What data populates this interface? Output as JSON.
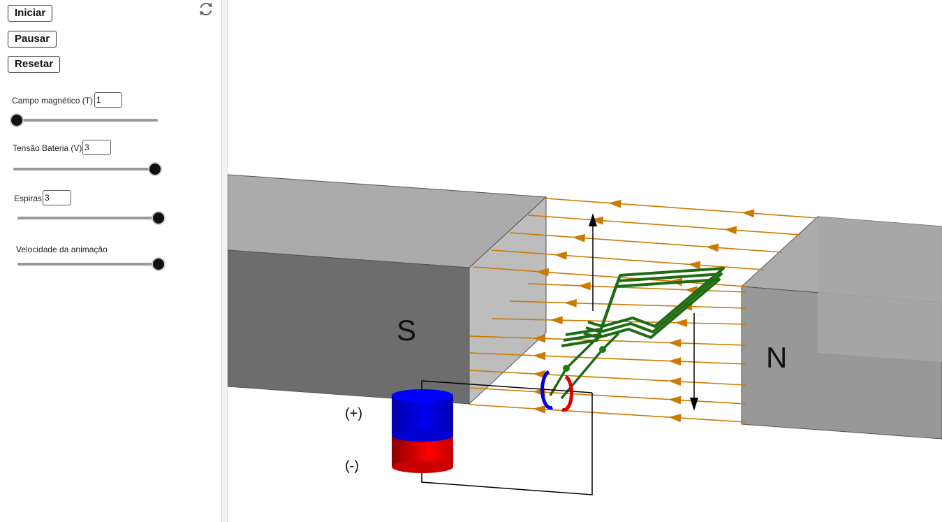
{
  "controls": {
    "start_label": "Iniciar",
    "pause_label": "Pausar",
    "reset_label": "Resetar"
  },
  "sliders": [
    {
      "label": "Campo magnético (T)",
      "value": "1",
      "fraction": 0.0
    },
    {
      "label": "Tensão Bateria (V)",
      "value": "3",
      "fraction": 1.0
    },
    {
      "label": "Espiras",
      "value": "3",
      "fraction": 1.0
    },
    {
      "label": "Velocidade da animação",
      "value": "",
      "fraction": 1.0
    }
  ],
  "scene": {
    "south_pole_label": "S",
    "north_pole_label": "N",
    "positive_label": "(+)",
    "negative_label": "(-)"
  },
  "icons": {
    "refresh": "refresh-icon"
  },
  "colors": {
    "field_lines": "#cc7a00",
    "coil": "#1e6b12",
    "battery_positive": "#0000e0",
    "battery_negative": "#d80000",
    "magnet_top": "#ababab",
    "magnet_front": "#6d6d6d"
  }
}
